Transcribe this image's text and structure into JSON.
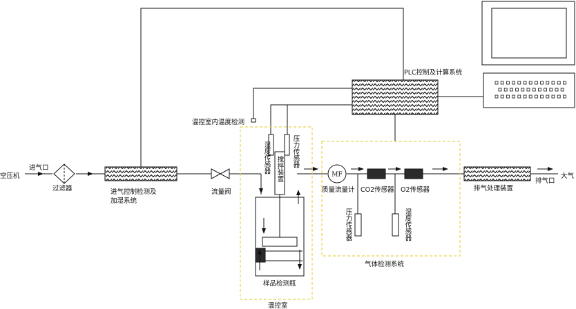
{
  "labels": {
    "air_compressor": "空压机",
    "inlet": "进气口",
    "filter": "过滤器",
    "intake_system_line1": "进气控制检测及",
    "intake_system_line2": "加湿系统",
    "flow_valve": "流量阀",
    "chamber_temp": "温控室内温度检测",
    "humidity_sensor_1": "湿度传感器",
    "stirrer": "搅拌装置",
    "pressure_sensor_1": "压力传感器",
    "sample_bottle": "样品检测瓶",
    "temp_chamber": "温控室",
    "mf": "MF",
    "mass_flow_meter": "质量流量计",
    "co2_sensor": "CO2传感器",
    "o2_sensor": "O2传感器",
    "pressure_sensor_2": "压力传感器",
    "humidity_sensor_2": "湿度传感器",
    "gas_detection_system": "气体检测系统",
    "exhaust_device": "排气处理装置",
    "exhaust_port": "排气口",
    "atmosphere": "大气",
    "plc_system": "PLC控制及计算系统"
  },
  "colors": {
    "line": "#111111",
    "dashed_box": "#e8d44a",
    "hatch": "#222222",
    "black_block": "#2b2b2b"
  }
}
